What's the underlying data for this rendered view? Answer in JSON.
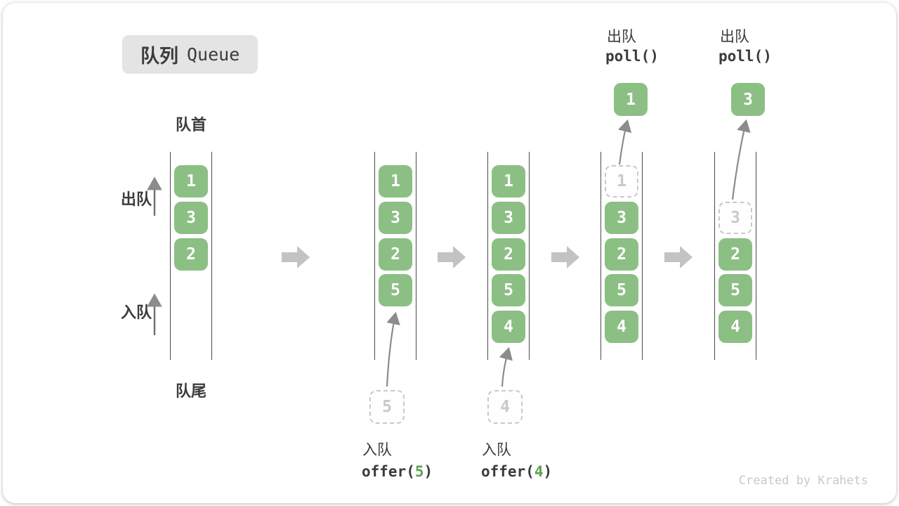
{
  "title": {
    "zh": "队列",
    "en": "Queue"
  },
  "labels": {
    "front": "队首",
    "rear": "队尾",
    "dequeue": "出队",
    "enqueue": "入队"
  },
  "colors": {
    "block_green": "#8cbf84",
    "code_arg_green": "#5fa052",
    "step_arrow_gray": "#c3c3c3",
    "connector_gray": "#8c8c8c",
    "queue_line": "#4a4a4a",
    "text_dark": "#3b3b3b",
    "ghost_gray": "#c9c9c9",
    "badge_bg": "#e4e4e4",
    "watermark_gray": "#c9c9c9"
  },
  "queues": [
    {
      "slots": [
        {
          "slot": 0,
          "value": "1",
          "style": "solid"
        },
        {
          "slot": 1,
          "value": "3",
          "style": "solid"
        },
        {
          "slot": 2,
          "value": "2",
          "style": "solid"
        }
      ]
    },
    {
      "slots": [
        {
          "slot": 0,
          "value": "1",
          "style": "solid"
        },
        {
          "slot": 1,
          "value": "3",
          "style": "solid"
        },
        {
          "slot": 2,
          "value": "2",
          "style": "solid"
        },
        {
          "slot": 3,
          "value": "5",
          "style": "solid"
        }
      ]
    },
    {
      "slots": [
        {
          "slot": 0,
          "value": "1",
          "style": "solid"
        },
        {
          "slot": 1,
          "value": "3",
          "style": "solid"
        },
        {
          "slot": 2,
          "value": "2",
          "style": "solid"
        },
        {
          "slot": 3,
          "value": "5",
          "style": "solid"
        },
        {
          "slot": 4,
          "value": "4",
          "style": "solid"
        }
      ]
    },
    {
      "slots": [
        {
          "slot": 0,
          "value": "1",
          "style": "ghost"
        },
        {
          "slot": 1,
          "value": "3",
          "style": "solid"
        },
        {
          "slot": 2,
          "value": "2",
          "style": "solid"
        },
        {
          "slot": 3,
          "value": "5",
          "style": "solid"
        },
        {
          "slot": 4,
          "value": "4",
          "style": "solid"
        }
      ]
    },
    {
      "slots": [
        {
          "slot": 1,
          "value": "3",
          "style": "ghost"
        },
        {
          "slot": 2,
          "value": "2",
          "style": "solid"
        },
        {
          "slot": 3,
          "value": "5",
          "style": "solid"
        },
        {
          "slot": 4,
          "value": "4",
          "style": "solid"
        }
      ]
    }
  ],
  "operations": {
    "enqueue": [
      {
        "label": "入队",
        "fn": "offer(",
        "arg": "5",
        "suffix": ")",
        "ghost_value": "5"
      },
      {
        "label": "入队",
        "fn": "offer(",
        "arg": "4",
        "suffix": ")",
        "ghost_value": "4"
      }
    ],
    "dequeue": [
      {
        "label": "出队",
        "fn": "poll()",
        "popped_value": "1"
      },
      {
        "label": "出队",
        "fn": "poll()",
        "popped_value": "3"
      }
    ]
  },
  "watermark": "Created by Krahets"
}
